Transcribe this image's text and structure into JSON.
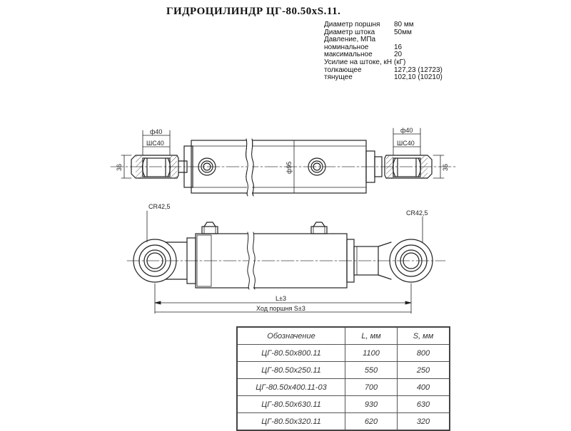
{
  "title": "ГИДРОЦИЛИНДР ЦГ-80.50хS.11.",
  "specs": [
    {
      "label": "Диаметр поршня",
      "value": "80 мм"
    },
    {
      "label": "Диаметр штока",
      "value": "50мм"
    },
    {
      "label": "Давление, МПа",
      "value": ""
    },
    {
      "label": "номинальное",
      "value": "16"
    },
    {
      "label": "максимальное",
      "value": "20"
    },
    {
      "label": "Усилие на штоке, кН (кГ)",
      "value": ""
    },
    {
      "label": "толкающее",
      "value": "127,23 (12723)"
    },
    {
      "label": "тянущее",
      "value": "102,10 (10210)"
    }
  ],
  "drawing": {
    "left_eye_diameter": "ф40",
    "left_bearing": "ШС40",
    "right_eye_diameter": "ф40",
    "right_bearing": "ШС40",
    "left_eye_width": "36",
    "right_eye_width": "36",
    "body_diameter": "ф95",
    "left_radius": "СR42,5",
    "right_radius": "СR42,5",
    "length_label": "L±3",
    "stroke_label": "Ход поршня S±3"
  },
  "table": {
    "headers": [
      "Обозначение",
      "L, мм",
      "S, мм"
    ],
    "rows": [
      [
        "ЦГ-80.50х800.11",
        "1100",
        "800"
      ],
      [
        "ЦГ-80.50х250.11",
        "550",
        "250"
      ],
      [
        "ЦГ-80.50х400.11-03",
        "700",
        "400"
      ],
      [
        "ЦГ-80.50х630.11",
        "930",
        "630"
      ],
      [
        "ЦГ-80.50х320.11",
        "620",
        "320"
      ]
    ]
  }
}
